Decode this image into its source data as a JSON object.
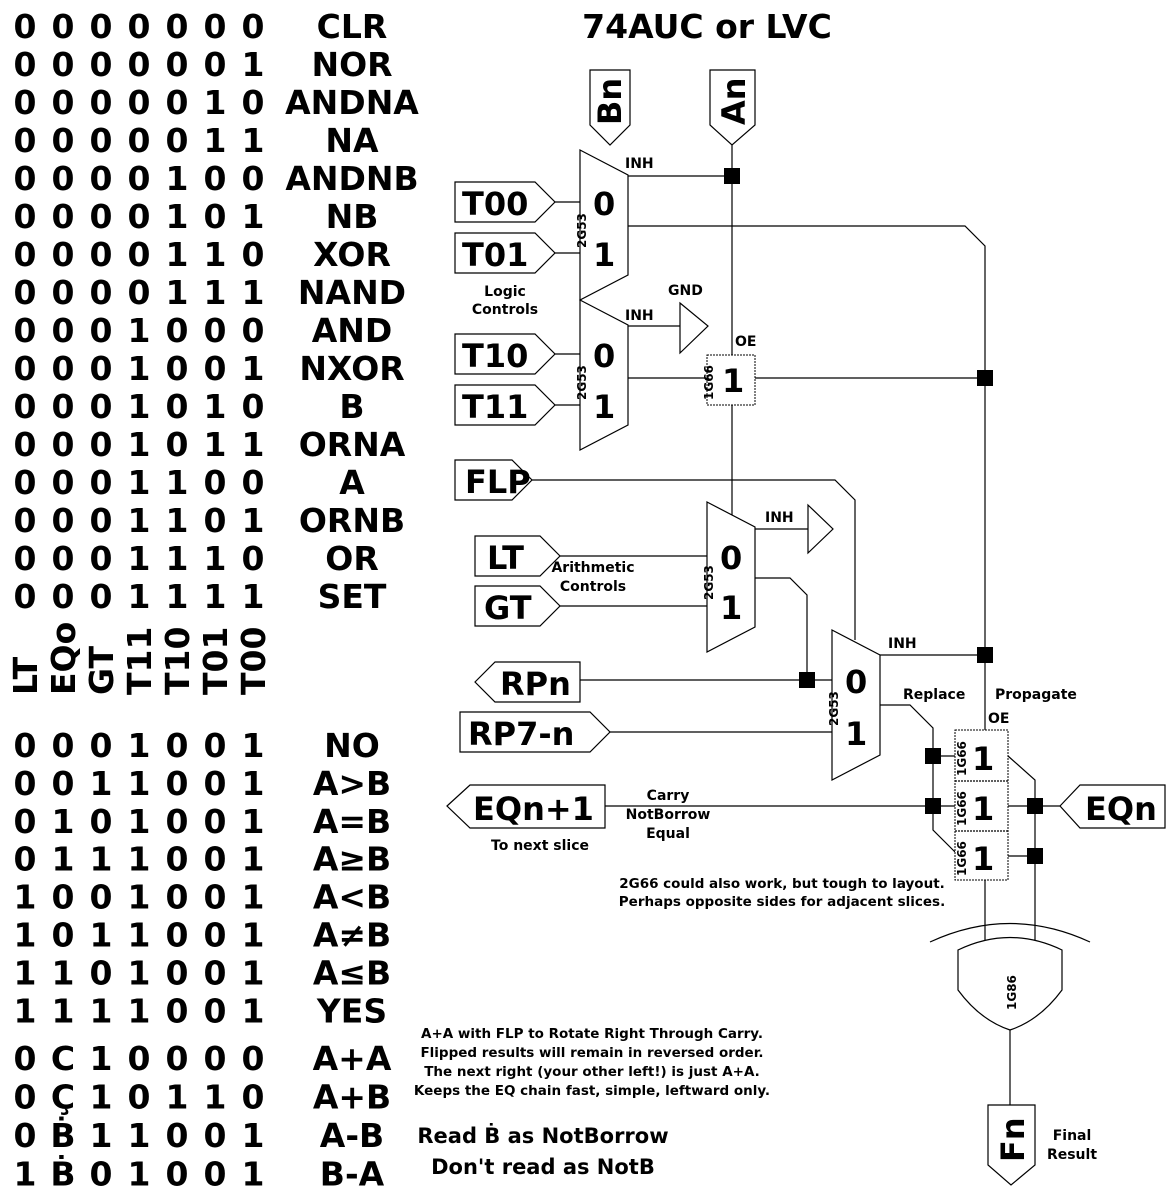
{
  "title": "74AUC or LVC",
  "logic_table": [
    {
      "bits": [
        "0",
        "0",
        "0",
        "0",
        "0",
        "0",
        "0"
      ],
      "op": "CLR"
    },
    {
      "bits": [
        "0",
        "0",
        "0",
        "0",
        "0",
        "0",
        "1"
      ],
      "op": "NOR"
    },
    {
      "bits": [
        "0",
        "0",
        "0",
        "0",
        "0",
        "1",
        "0"
      ],
      "op": "ANDNA"
    },
    {
      "bits": [
        "0",
        "0",
        "0",
        "0",
        "0",
        "1",
        "1"
      ],
      "op": "NA"
    },
    {
      "bits": [
        "0",
        "0",
        "0",
        "0",
        "1",
        "0",
        "0"
      ],
      "op": "ANDNB"
    },
    {
      "bits": [
        "0",
        "0",
        "0",
        "0",
        "1",
        "0",
        "1"
      ],
      "op": "NB"
    },
    {
      "bits": [
        "0",
        "0",
        "0",
        "0",
        "1",
        "1",
        "0"
      ],
      "op": "XOR"
    },
    {
      "bits": [
        "0",
        "0",
        "0",
        "0",
        "1",
        "1",
        "1"
      ],
      "op": "NAND"
    },
    {
      "bits": [
        "0",
        "0",
        "0",
        "1",
        "0",
        "0",
        "0"
      ],
      "op": "AND"
    },
    {
      "bits": [
        "0",
        "0",
        "0",
        "1",
        "0",
        "0",
        "1"
      ],
      "op": "NXOR"
    },
    {
      "bits": [
        "0",
        "0",
        "0",
        "1",
        "0",
        "1",
        "0"
      ],
      "op": "B"
    },
    {
      "bits": [
        "0",
        "0",
        "0",
        "1",
        "0",
        "1",
        "1"
      ],
      "op": "ORNA"
    },
    {
      "bits": [
        "0",
        "0",
        "0",
        "1",
        "1",
        "0",
        "0"
      ],
      "op": "A"
    },
    {
      "bits": [
        "0",
        "0",
        "0",
        "1",
        "1",
        "0",
        "1"
      ],
      "op": "ORNB"
    },
    {
      "bits": [
        "0",
        "0",
        "0",
        "1",
        "1",
        "1",
        "0"
      ],
      "op": "OR"
    },
    {
      "bits": [
        "0",
        "0",
        "0",
        "1",
        "1",
        "1",
        "1"
      ],
      "op": "SET"
    }
  ],
  "column_headers": [
    "LT",
    "EQo",
    "GT",
    "T11",
    "T10",
    "T01",
    "T00"
  ],
  "compare_table": [
    {
      "bits": [
        "0",
        "0",
        "0",
        "1",
        "0",
        "0",
        "1"
      ],
      "op": "NO"
    },
    {
      "bits": [
        "0",
        "0",
        "1",
        "1",
        "0",
        "0",
        "1"
      ],
      "op": "A>B"
    },
    {
      "bits": [
        "0",
        "1",
        "0",
        "1",
        "0",
        "0",
        "1"
      ],
      "op": "A=B"
    },
    {
      "bits": [
        "0",
        "1",
        "1",
        "1",
        "0",
        "0",
        "1"
      ],
      "op": "A≥B"
    },
    {
      "bits": [
        "1",
        "0",
        "0",
        "1",
        "0",
        "0",
        "1"
      ],
      "op": "A<B"
    },
    {
      "bits": [
        "1",
        "0",
        "1",
        "1",
        "0",
        "0",
        "1"
      ],
      "op": "A≠B"
    },
    {
      "bits": [
        "1",
        "1",
        "0",
        "1",
        "0",
        "0",
        "1"
      ],
      "op": "A≤B"
    },
    {
      "bits": [
        "1",
        "1",
        "1",
        "1",
        "0",
        "0",
        "1"
      ],
      "op": "YES"
    }
  ],
  "arith_table": [
    {
      "bits": [
        "0",
        "C",
        "1",
        "0",
        "0",
        "0",
        "0"
      ],
      "op": "A+A"
    },
    {
      "bits": [
        "0",
        "Ç",
        "1",
        "0",
        "1",
        "1",
        "0"
      ],
      "op": "A+B"
    },
    {
      "bits": [
        "0",
        "Ḃ",
        "1",
        "1",
        "0",
        "0",
        "1"
      ],
      "op": "A-B"
    },
    {
      "bits": [
        "1",
        "Ḃ",
        "0",
        "1",
        "0",
        "0",
        "1"
      ],
      "op": "B-A"
    }
  ],
  "read_note": [
    "Read Ḃ as NotBorrow",
    "Don't read as NotB"
  ],
  "pins": {
    "bn": "Bn",
    "an": "An",
    "t00": "T00",
    "t01": "T01",
    "t10": "T10",
    "t11": "T11",
    "flp": "FLP",
    "lt": "LT",
    "gt": "GT",
    "rpn": "RPn",
    "rp7n": "RP7-n",
    "eqn1": "EQn+1",
    "eqn": "EQn",
    "fn": "Fn"
  },
  "labels": {
    "inh": "INH",
    "gnd": "GND",
    "oe": "OE",
    "logic_controls": [
      "Logic",
      "Controls"
    ],
    "arith_controls": [
      "Arithmetic",
      "Controls"
    ],
    "replace": "Replace",
    "propagate": "Propagate",
    "carry": [
      "Carry",
      "NotBorrow",
      "Equal"
    ],
    "to_next": "To next slice",
    "final": [
      "Final",
      "Result"
    ],
    "mux_chip": "2G53",
    "switch_chip": "1G66",
    "xor_chip": "1G86",
    "zero": "0",
    "one": "1"
  },
  "notes": {
    "layout": [
      "2G66 could also work, but tough to layout.",
      "Perhaps opposite sides for adjacent slices."
    ],
    "rotate": [
      "A+A with FLP to Rotate Right Through Carry.",
      "Flipped results will remain in reversed order.",
      "The next right (your other left!) is just A+A.",
      "Keeps the EQ chain fast, simple, leftward only."
    ]
  }
}
